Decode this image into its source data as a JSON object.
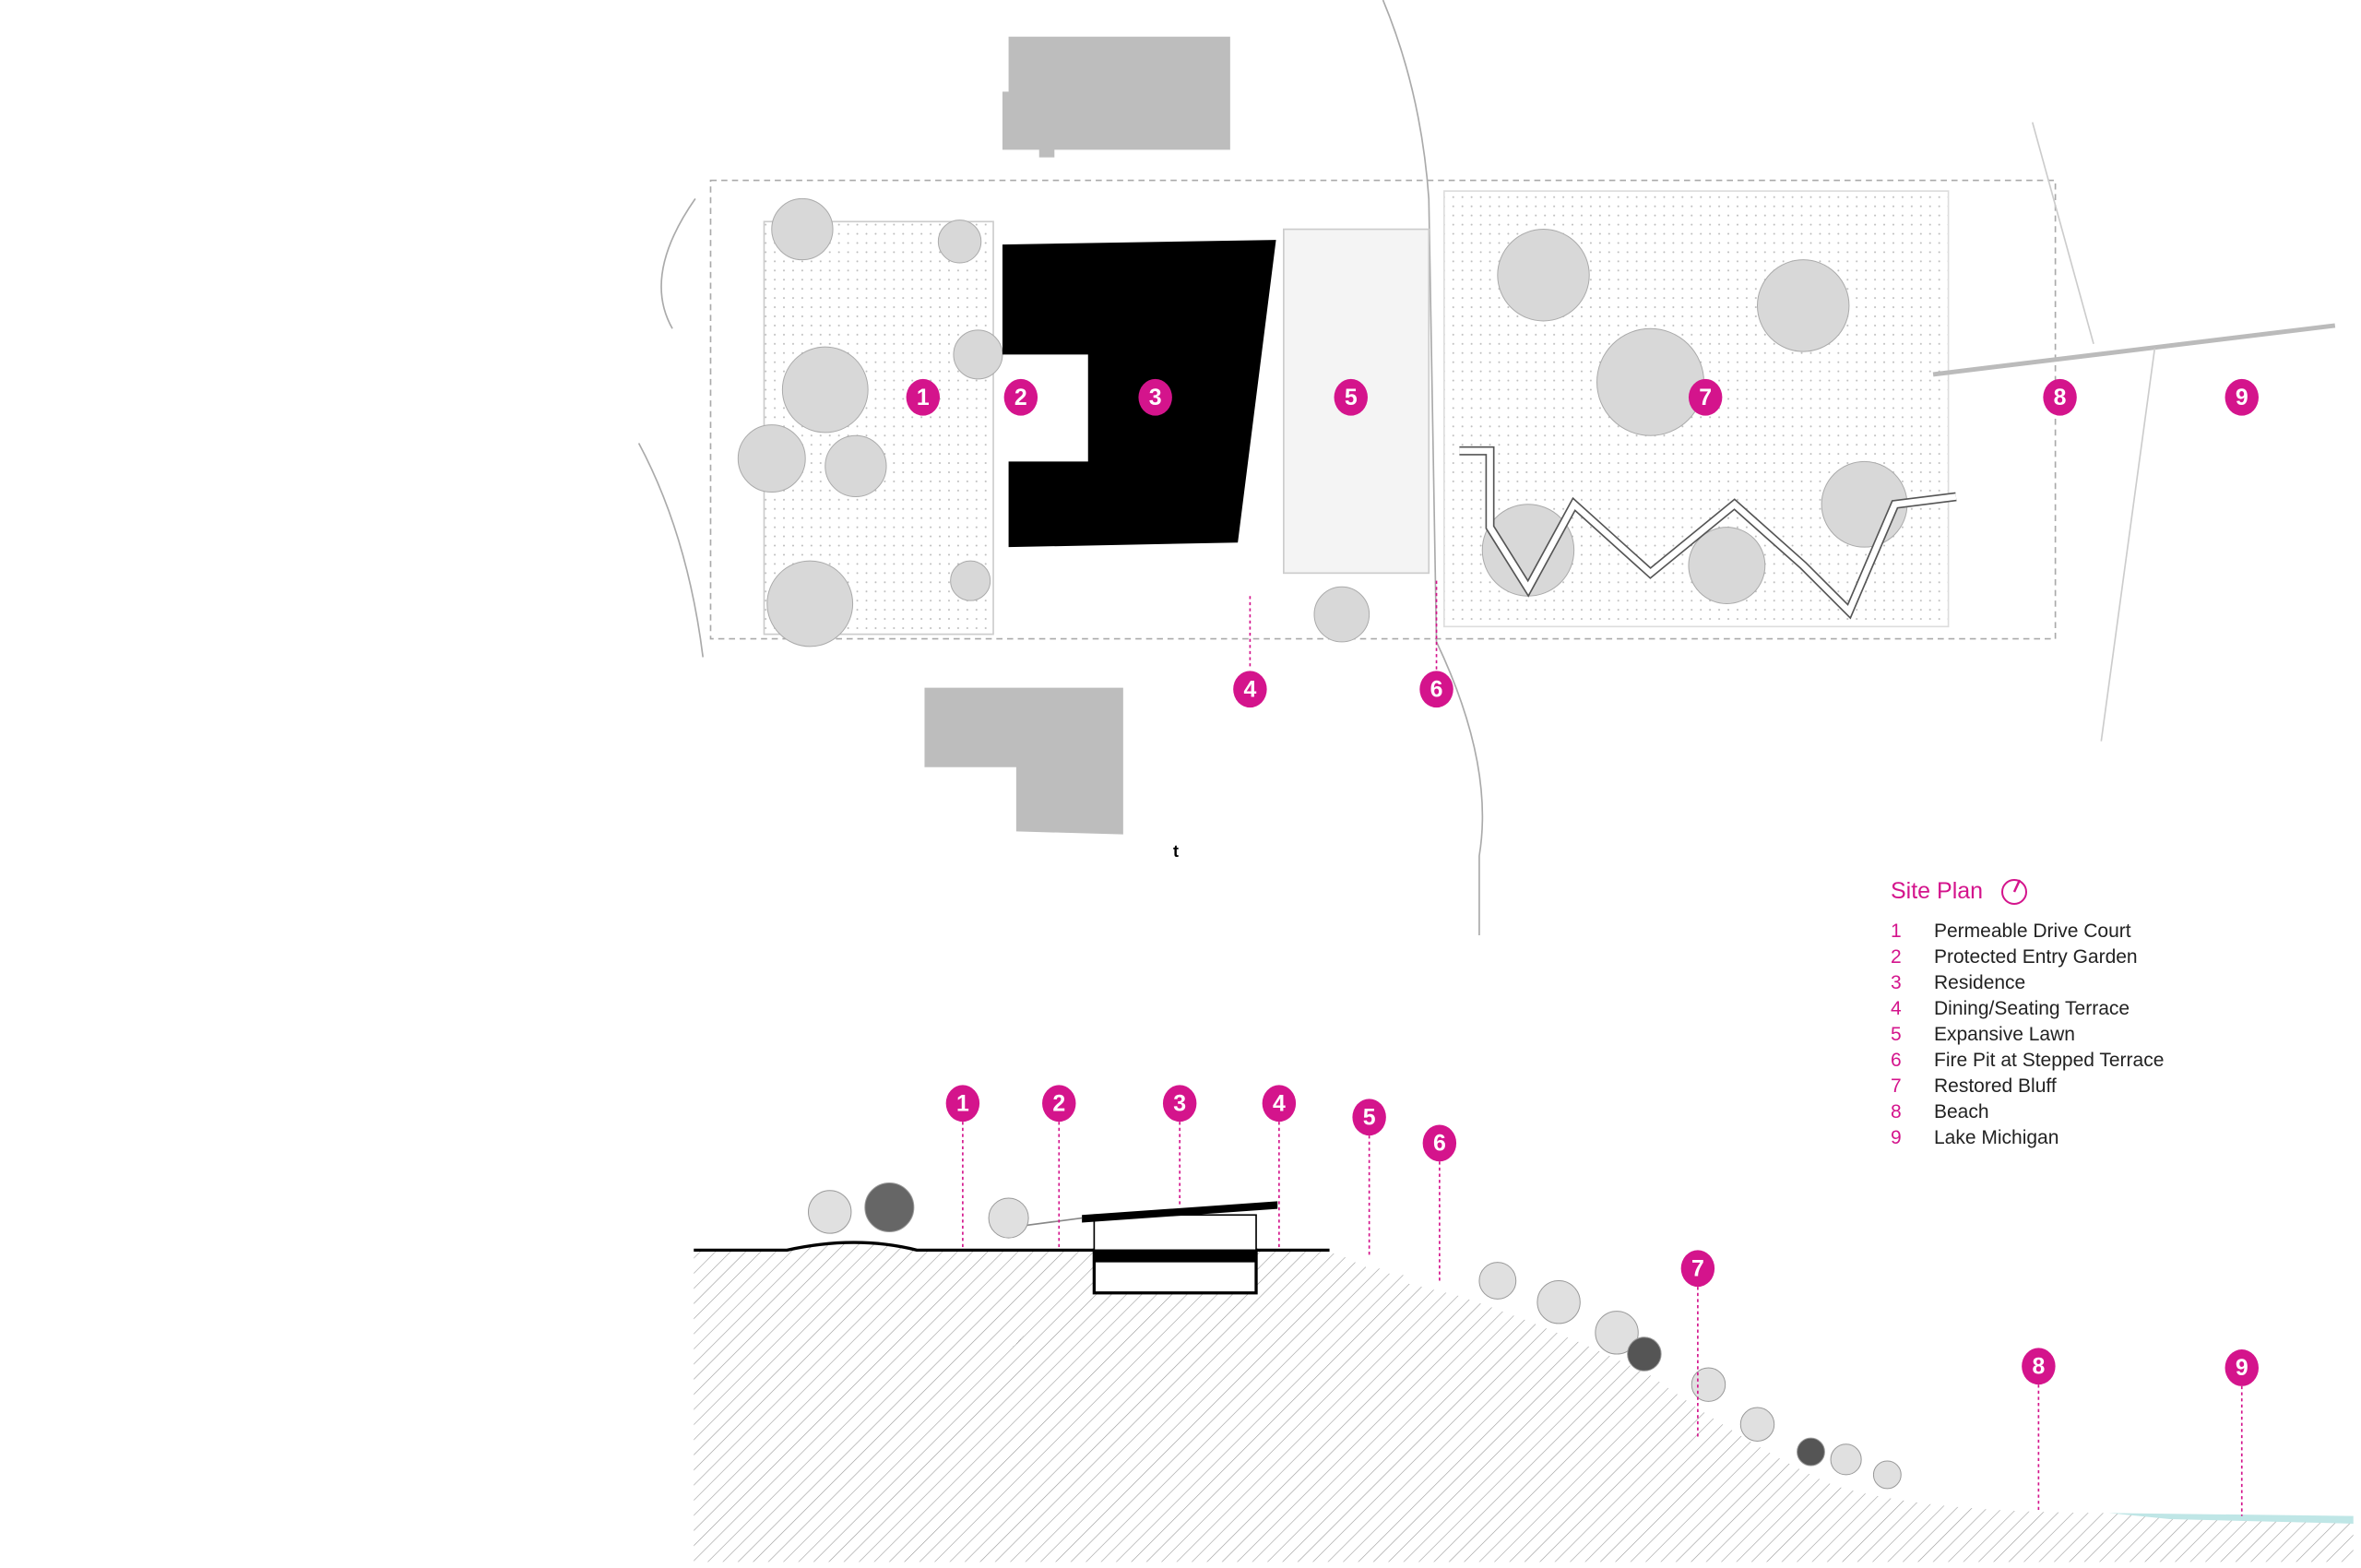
{
  "colors": {
    "accent": "#d4148c",
    "building": "#000000",
    "neighbor": "#bdbdbd",
    "water": "#bfe6e6"
  },
  "plan_markers": [
    {
      "n": "1"
    },
    {
      "n": "2"
    },
    {
      "n": "3"
    },
    {
      "n": "4"
    },
    {
      "n": "5"
    },
    {
      "n": "6"
    },
    {
      "n": "7"
    },
    {
      "n": "8"
    },
    {
      "n": "9"
    }
  ],
  "section_markers": [
    {
      "n": "1"
    },
    {
      "n": "2"
    },
    {
      "n": "3"
    },
    {
      "n": "4"
    },
    {
      "n": "5"
    },
    {
      "n": "6"
    },
    {
      "n": "7"
    },
    {
      "n": "8"
    },
    {
      "n": "9"
    }
  ],
  "stray_label": "t",
  "legend": {
    "title": "Site Plan",
    "north_icon": "north-arrow-icon",
    "items": [
      {
        "n": "1",
        "label": "Permeable Drive Court"
      },
      {
        "n": "2",
        "label": "Protected Entry Garden"
      },
      {
        "n": "3",
        "label": "Residence"
      },
      {
        "n": "4",
        "label": "Dining/Seating Terrace"
      },
      {
        "n": "5",
        "label": "Expansive Lawn"
      },
      {
        "n": "6",
        "label": "Fire Pit at Stepped Terrace"
      },
      {
        "n": "7",
        "label": "Restored Bluff"
      },
      {
        "n": "8",
        "label": "Beach"
      },
      {
        "n": "9",
        "label": "Lake Michigan"
      }
    ]
  }
}
